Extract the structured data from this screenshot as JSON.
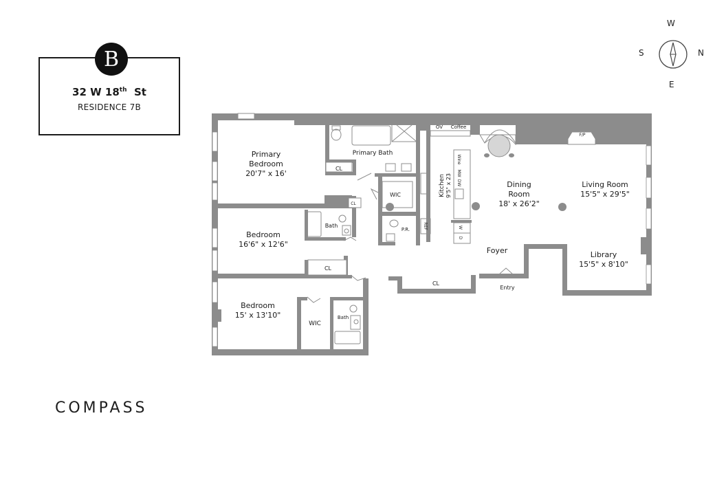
{
  "header": {
    "logo_letter": "B",
    "address_main": "32 W 18",
    "address_sup": "th",
    "address_end": "St",
    "residence": "RESIDENCE 7B"
  },
  "compass": {
    "top": "W",
    "left": "S",
    "right": "N",
    "bottom": "E"
  },
  "brand": {
    "name": "COMPASS"
  },
  "colors": {
    "wall": "#8c8c8c",
    "text": "#1a1a1a",
    "background": "#ffffff"
  },
  "rooms": {
    "primary_bedroom": {
      "name_1": "Primary",
      "name_2": "Bedroom",
      "dims": "20'7\" x 16'"
    },
    "primary_bath": {
      "name": "Primary Bath"
    },
    "primary_cl": {
      "name": "CL"
    },
    "wic_1": {
      "name": "WIC"
    },
    "cl_small": {
      "name": "CL"
    },
    "bath_1": {
      "name": "Bath"
    },
    "powder_room": {
      "name": "P.R."
    },
    "bedroom_2": {
      "name": "Bedroom",
      "dims": "16'6\" x 12'6\""
    },
    "cl_2": {
      "name": "CL"
    },
    "bedroom_3": {
      "name": "Bedroom",
      "dims": "15' x 13'10\""
    },
    "wic_2": {
      "name": "WIC"
    },
    "bath_2": {
      "name": "Bath"
    },
    "kitchen": {
      "name": "Kitchen",
      "dims": "9'5\" x 23"
    },
    "kitchen_appliances": {
      "ov": "OV",
      "coffee": "Coffee",
      "wine": "Wine",
      "mw": "MW",
      "dw": "DW",
      "ref": "REF",
      "w": "W",
      "d": "D"
    },
    "dining_room": {
      "name_1": "Dining",
      "name_2": "Room",
      "dims": "18' x 26'2\""
    },
    "living_room": {
      "name": "Living Room",
      "dims": "15'5\" x 29'5\""
    },
    "fireplace": {
      "name": "F/P"
    },
    "library": {
      "name": "Library",
      "dims": "15'5\" x 8'10\""
    },
    "foyer": {
      "name": "Foyer"
    },
    "foyer_cl": {
      "name": "CL"
    },
    "entry": {
      "name": "Entry"
    }
  }
}
